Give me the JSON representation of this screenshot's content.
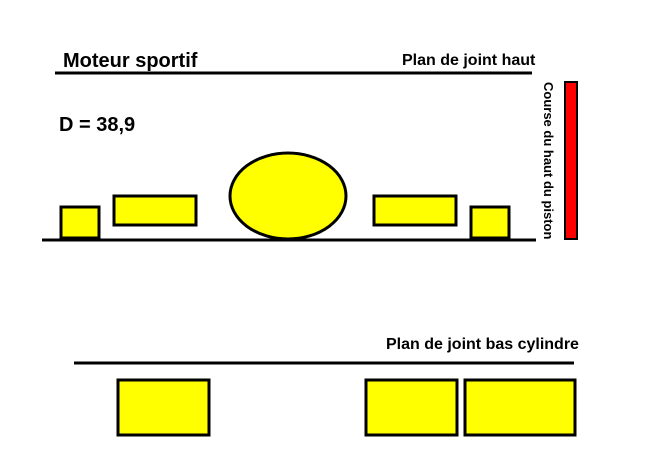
{
  "title": "Moteur sportif",
  "diameter_label": "D = 38,9",
  "top_plane_label": "Plan de joint haut",
  "bottom_plane_label": "Plan de joint bas cylindre",
  "stroke_label": "Course du haut du piston",
  "colors": {
    "port_fill": "#ffff00",
    "stroke_bar": "#ff0000",
    "outline": "#000000",
    "background": "#ffffff"
  }
}
